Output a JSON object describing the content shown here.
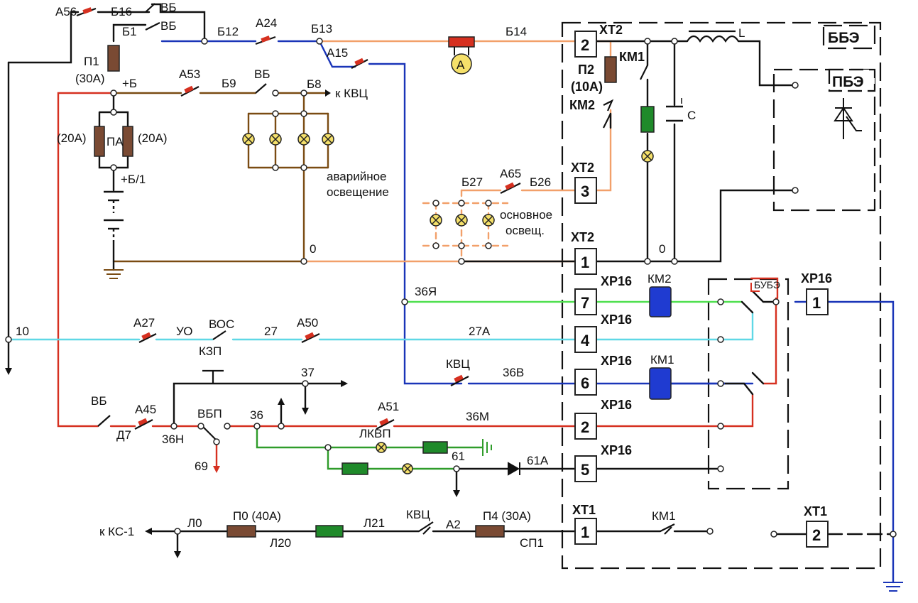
{
  "colors": {
    "black": "#111111",
    "blue": "#1a35b8",
    "orange": "#f2a06a",
    "brown": "#7a4b12",
    "red": "#d63020",
    "green": "#2f9c2a",
    "lightgreen": "#50e050",
    "cyan": "#5fd8e6",
    "fuse": "#7a4a33",
    "coil_green": "#1f8a2a",
    "coil_blue": "#1f3bd1",
    "lamp": "#f5e06a"
  },
  "labels": {
    "A56": "А56",
    "B16": "Б16",
    "VB1": "ВБ",
    "VB2": "ВБ",
    "VB3": "ВБ",
    "VB4": "ВБ",
    "B1": "Б1",
    "B12": "Б12",
    "A24": "А24",
    "B13": "Б13",
    "A15": "А15",
    "B14": "Б14",
    "P1": "П1",
    "P1_rating": "(30А)",
    "plusB": "+Б",
    "A53": "А53",
    "B9": "Б9",
    "B8": "Б8",
    "to_KVC": "к КВЦ",
    "PA_left": "(20А)",
    "PA": "ПА",
    "PA_right": "(20А)",
    "plusB1": "+Б/1",
    "emerg_light": "аварийное\nосвещение",
    "B27": "Б27",
    "A65": "А65",
    "B26": "Б26",
    "main_light": "основное\nосвещ.",
    "zero1": "0",
    "zero2": "0",
    "XT2_top": "ХТ2",
    "XT2_mid": "ХТ2",
    "XT2_low": "ХТ2",
    "P2": "П2",
    "P2_rating": "(10А)",
    "KM1_top": "КМ1",
    "KM2_top": "КМ2",
    "C": "С",
    "L": "L",
    "BBE": "ББЭ",
    "PBE": "ПБЭ",
    "r36Ya": "36Я",
    "XP16_a": "ХР16",
    "KM2_coil": "КМ2",
    "BUBE": "БУБЭ",
    "XP16_right": "ХР16",
    "w10": "10",
    "A27": "А27",
    "UO": "УО",
    "VOS": "ВОС",
    "w27": "27",
    "A50": "А50",
    "w27A": "27А",
    "XP16_b": "ХР16",
    "KZP": "КЗП",
    "w37": "37",
    "KVC_mid": "КВЦ",
    "w36V": "36В",
    "XP16_c": "ХР16",
    "KM1_coil": "КМ1",
    "D7": "Д7",
    "A45": "А45",
    "VBP": "ВБП",
    "w36": "36",
    "A51": "А51",
    "w36M": "36М",
    "XP16_d": "ХР16",
    "w36N": "36Н",
    "w69": "69",
    "LKVP": "ЛКВП",
    "w61": "61",
    "w61A": "61А",
    "XP16_e": "ХР16",
    "to_KS1": "к КС-1",
    "L0": "Л0",
    "P0": "П0 (40А)",
    "L20": "Л20",
    "L21": "Л21",
    "KVC_bot": "КВЦ",
    "A2": "А2",
    "P4": "П4 (30А)",
    "SP1": "СП1",
    "XT1_a": "ХТ1",
    "KM1_bot": "КМ1",
    "XT1_b": "ХТ1",
    "ammeter": "A",
    "t2": "2",
    "t3": "3",
    "t1": "1",
    "t7": "7",
    "t4": "4",
    "t6": "6",
    "t2b": "2",
    "t5": "5",
    "t1r": "1",
    "t1b": "1",
    "t2r": "2"
  }
}
